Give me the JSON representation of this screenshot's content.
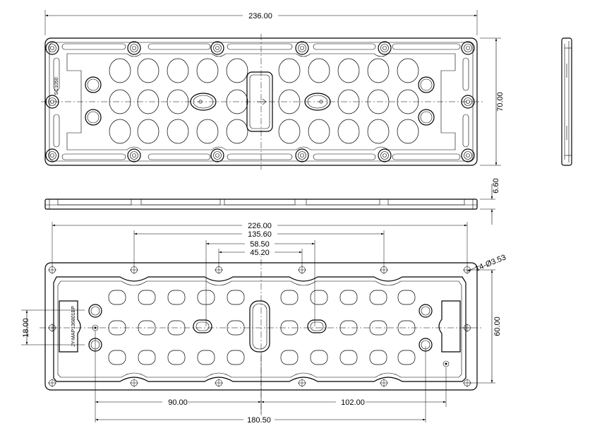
{
  "dimensions": {
    "top_length": "236.00",
    "top_height": "70.00",
    "thickness": "6.60",
    "hole_pitch_outer": "226.00",
    "hole_pitch_135": "135.60",
    "hole_pitch_58": "58.50",
    "hole_pitch_45": "45.20",
    "hole_spec": "14-Ø3.53",
    "side_height": "60.00",
    "left_height": "18.00",
    "bottom_left": "90.00",
    "bottom_right": "102.00",
    "bottom_total": "180.50"
  },
  "labels": {
    "top_mark": "SC1050",
    "bottom_mark": "JY-MAP136801BP"
  },
  "colors": {
    "line": "#000000",
    "background": "#ffffff"
  }
}
